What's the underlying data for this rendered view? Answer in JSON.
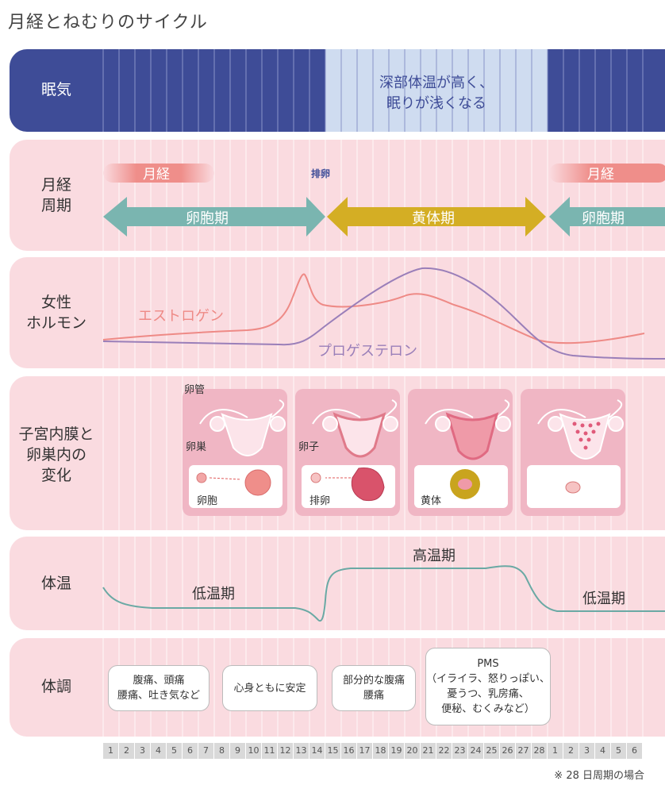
{
  "title": "月経とねむりのサイクル",
  "rows": {
    "sleepiness": {
      "label": "眠気",
      "note_line1": "深部体温が高く、",
      "note_line2": "眠りが浅くなる"
    },
    "menstrual": {
      "label_line1": "月経",
      "label_line2": "周期",
      "period_left": "月経",
      "ovulation": "排卵",
      "period_right": "月経",
      "follicular_left": "卵胞期",
      "luteal": "黄体期",
      "follicular_right": "卵胞期"
    },
    "hormone": {
      "label_line1": "女性",
      "label_line2": "ホルモン",
      "estrogen": "エストロゲン",
      "progesterone": "プロゲステロン"
    },
    "uterus": {
      "label_line1": "子宮内膜と",
      "label_line2": "卵巣内の",
      "label_line3": "変化",
      "oviduct": "卵管",
      "ovary": "卵巣",
      "ovum": "卵子",
      "stages": [
        "卵胞",
        "排卵",
        "黄体"
      ]
    },
    "temperature": {
      "label": "体温",
      "low_left": "低温期",
      "high": "高温期",
      "low_right": "低温期"
    },
    "condition": {
      "label": "体調",
      "box1_line1": "腹痛、頭痛",
      "box1_line2": "腰痛、吐き気など",
      "box2": "心身ともに安定",
      "box3_line1": "部分的な腹痛",
      "box3_line2": "腰痛",
      "box4_line1": "PMS",
      "box4_line2": "（イライラ、怒りっぽい、",
      "box4_line3": "憂うつ、乳房痛、",
      "box4_line4": "便秘、むくみなど）"
    }
  },
  "days": [
    "1",
    "2",
    "3",
    "4",
    "5",
    "6",
    "7",
    "8",
    "9",
    "10",
    "11",
    "12",
    "13",
    "14",
    "15",
    "16",
    "17",
    "18",
    "19",
    "20",
    "21",
    "22",
    "23",
    "24",
    "25",
    "26",
    "27",
    "28",
    "1",
    "2",
    "3",
    "4",
    "5",
    "6"
  ],
  "footnote": "※ 28 日周期の場合",
  "colors": {
    "navy": "#3e4c97",
    "light_blue": "#cfdcf0",
    "pink_bg": "#fadbe0",
    "teal": "#7ab5b0",
    "gold": "#d4ae24",
    "estrogen": "#ee8a86",
    "progesterone": "#9a7fb9",
    "temp_line": "#6aa9a4"
  }
}
